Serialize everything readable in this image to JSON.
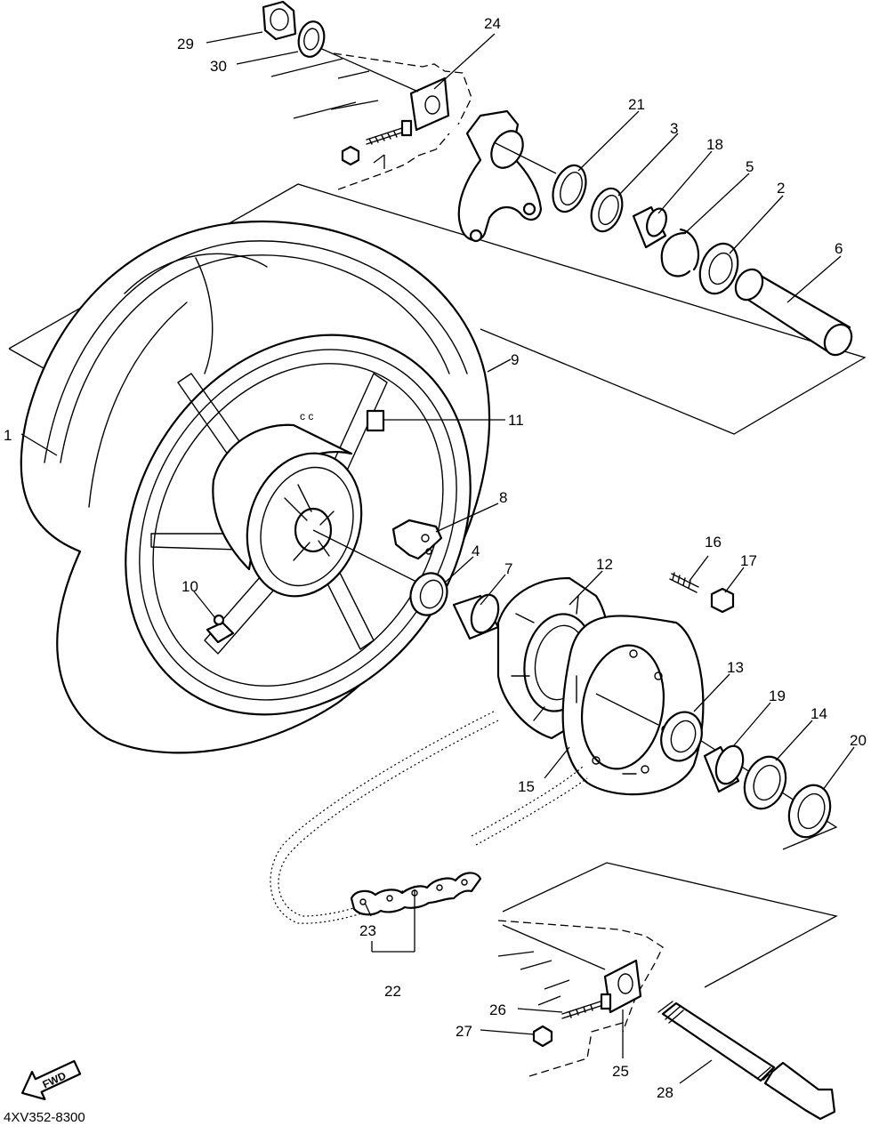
{
  "diagram_code": "4XV352-8300",
  "fwd_badge": "FWD",
  "callouts": [
    "1",
    "2",
    "3",
    "4",
    "5",
    "6",
    "7",
    "8",
    "9",
    "10",
    "11",
    "12",
    "13",
    "14",
    "15",
    "16",
    "17",
    "18",
    "19",
    "20",
    "21",
    "22",
    "23",
    "24",
    "25",
    "26",
    "27",
    "28",
    "29",
    "30"
  ]
}
